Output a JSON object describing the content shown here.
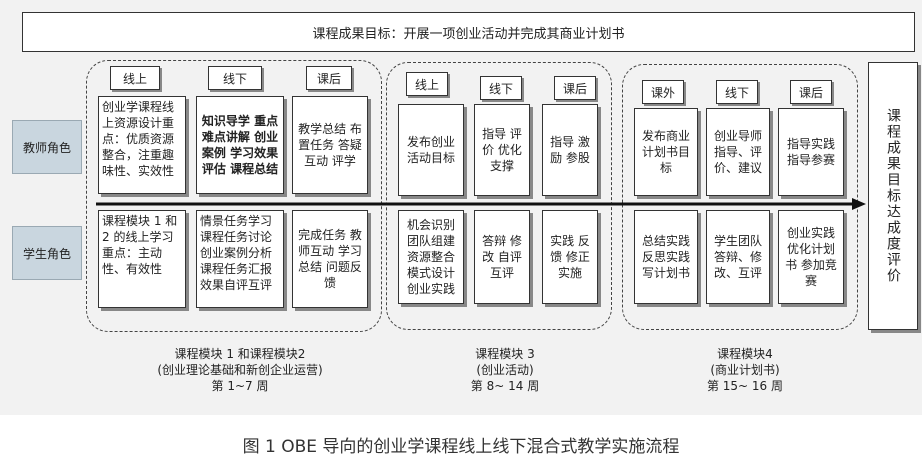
{
  "goal": "课程成果目标：开展一项创业活动并完成其商业计划书",
  "roles": {
    "teacher": "教师角色",
    "student": "学生角色"
  },
  "side_eval": "课程成果目标达成度评价",
  "modules": [
    {
      "tabs": [
        "线上",
        "线下",
        "课后"
      ],
      "teacher": [
        "创业学课程线上资源设计重点：优质资源整合，注重趣味性、实效性",
        "知识导学 重点难点讲解 创业案例 学习效果评估 课程总结",
        "教学总结 布置任务 答疑互动 评学"
      ],
      "student": [
        "课程模块 1 和 2 的线上学习 重点：主动性、有效性",
        "情景任务学习 课程任务讨论 创业案例分析 课程任务汇报 效果自评互评",
        "完成任务 教师互动 学习总结 问题反馈"
      ],
      "label": [
        "课程模块 1 和课程模块2",
        "(创业理论基础和新创企业运营)",
        "第 1~7 周"
      ]
    },
    {
      "tabs": [
        "线上",
        "线下",
        "课后"
      ],
      "teacher": [
        "发布创业活动目标",
        "指导 评价 优化 支撑",
        "指导 激励 参股"
      ],
      "student": [
        "机会识别 团队组建 资源整合 模式设计 创业实践",
        "答辩 修改 自评 互评",
        "实践 反馈 修正 实施"
      ],
      "label": [
        "课程模块 3",
        "(创业活动)",
        "第 8~ 14 周"
      ]
    },
    {
      "tabs": [
        "课外",
        "线下",
        "课后"
      ],
      "teacher": [
        "发布商业计划书目标",
        "创业导师 指导、评价、建议",
        "指导实践 指导参赛"
      ],
      "student": [
        "总结实践 反思实践 写计划书",
        "学生团队 答辩、修改、互评",
        "创业实践 优化计划书 参加竞赛"
      ],
      "label": [
        "课程模块4",
        "(商业计划书)",
        "第 15~ 16 周"
      ]
    }
  ],
  "caption": "图 1  OBE 导向的创业学课程线上线下混合式教学实施流程"
}
